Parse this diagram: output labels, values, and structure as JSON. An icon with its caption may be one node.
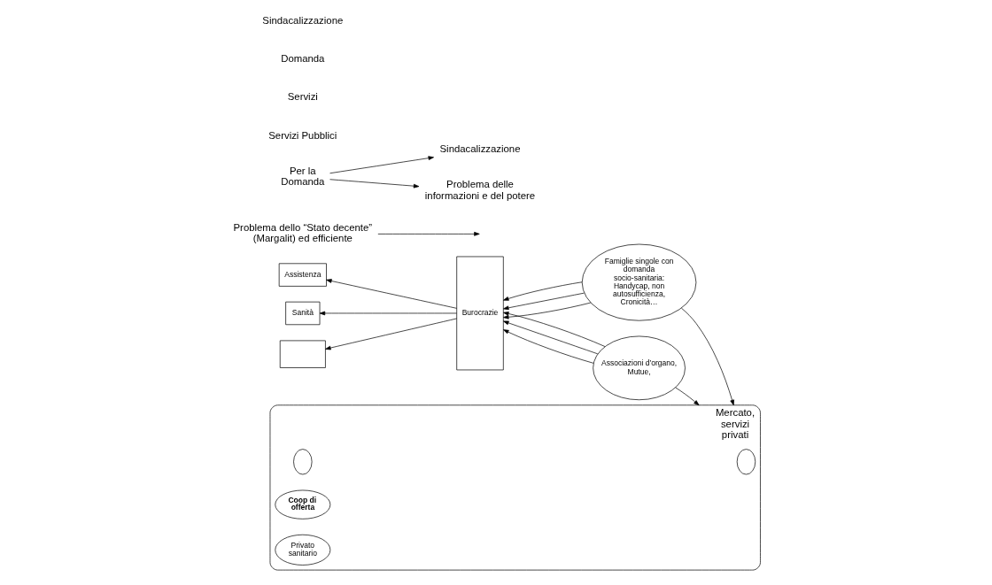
{
  "diagram": {
    "nodes": [
      {
        "text": [
          "Assistenza"
        ]
      },
      {
        "text": [
          "Sanità"
        ]
      },
      {
        "text": [],
        "shape": "box"
      },
      {
        "text": [
          "Burocrazie"
        ]
      },
      {
        "text": [
          "Famiglie singole con domanda socio-sanitaria: Handycap, non autosufficienza, Cronicità…"
        ]
      },
      {
        "text": [
          "Associazioni d’organo, Mutue,"
        ]
      },
      {
        "text": [
          "Mercato, servizi privati"
        ]
      },
      {
        "text": [],
        "shape": "circle",
        "in": 6
      },
      {
        "text": [],
        "shape": "circle",
        "in": 6
      },
      {
        "text": [
          "Coop di offerta"
        ],
        "in": 6
      },
      {
        "text": [
          "Privato sanitario"
        ],
        "in": 6
      },
      {
        "text": [
          "Problema dello “Stato decente” (Margalit) ed efficiente"
        ]
      },
      {
        "text": [
          "Per la Domanda"
        ]
      },
      {
        "text": [
          "Sindacalizzazione"
        ]
      },
      {
        "text": [
          "Problema delle informazioni e del potere"
        ]
      }
    ],
    "edges": [
      {
        "from": 3,
        "to": 0,
        "arrow": "to"
      },
      {
        "from": 3,
        "to": 1,
        "arrow": "to"
      },
      {
        "from": 3,
        "to": 2,
        "arrow": "to"
      },
      {
        "from": 4,
        "to": 3,
        "arrow": "to"
      },
      {
        "from": 4,
        "to": 3,
        "arrow": "to"
      },
      {
        "from": 4,
        "to": 3,
        "arrow": "to"
      },
      {
        "from": 5,
        "to": 3,
        "arrow": "to"
      },
      {
        "from": 5,
        "to": 3,
        "arrow": "to"
      },
      {
        "from": 5,
        "to": 3,
        "arrow": "to"
      },
      {
        "from": 4,
        "to": 6,
        "arrow": "to"
      },
      {
        "from": 5,
        "to": 6,
        "arrow": "to"
      },
      {
        "from": 11,
        "to": null,
        "arrow": "to"
      },
      {
        "from": 12,
        "to": 13,
        "arrow": "to"
      },
      {
        "from": 12,
        "to": 14,
        "arrow": "to"
      }
    ],
    "labels": [
      "Servizi Pubblici",
      "Servizi",
      "Domanda",
      "Sindacalizzazione"
    ]
  }
}
